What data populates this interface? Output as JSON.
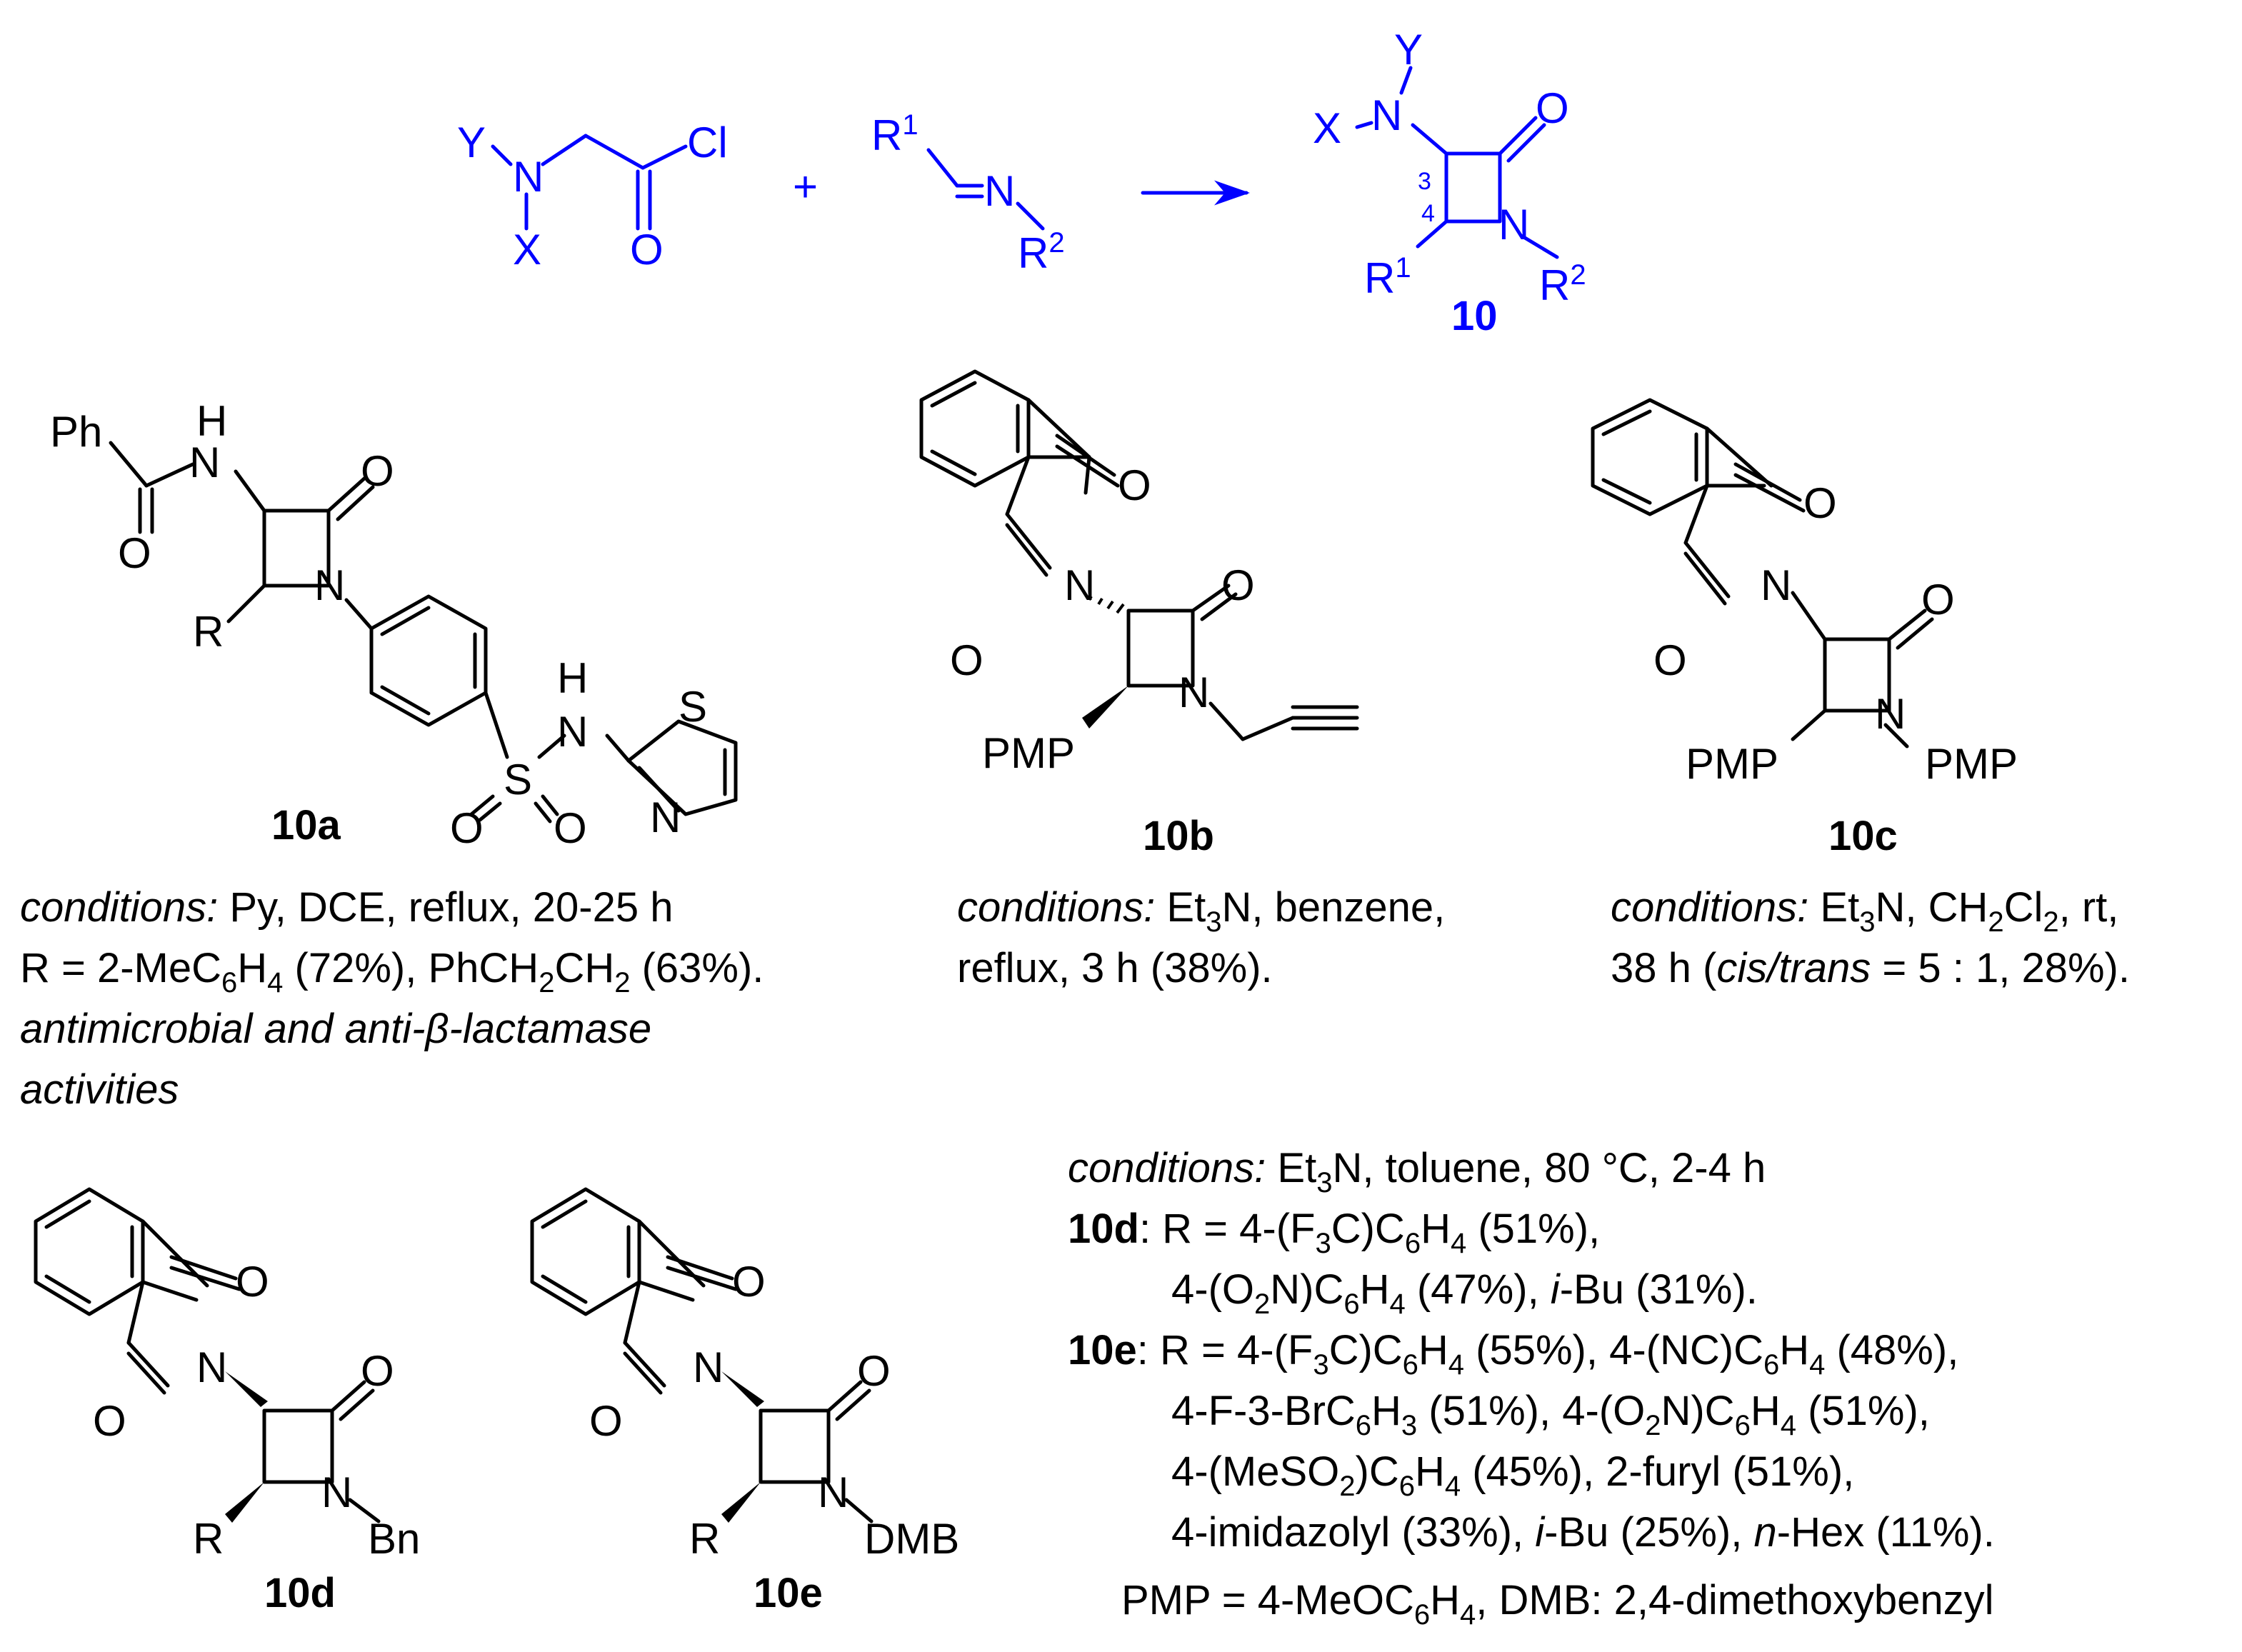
{
  "scheme": {
    "reagent1": {
      "atoms": [
        "Y",
        "N",
        "X",
        "O",
        "Cl"
      ]
    },
    "reagent2": {
      "atoms": [
        "R",
        "1",
        "N",
        "R",
        "2"
      ]
    },
    "plus": "+",
    "product": {
      "atoms": [
        "Y",
        "X",
        "N",
        "O",
        "N",
        "R",
        "1",
        "R",
        "2"
      ],
      "positions": [
        "3",
        "4"
      ],
      "label": "10"
    }
  },
  "compounds": {
    "c10a": {
      "atoms": {
        "ph": "Ph",
        "h1": "H",
        "n1": "N",
        "o1": "O",
        "o2": "O",
        "n2": "N",
        "r": "R",
        "s": "S",
        "h2": "H",
        "n3": "N",
        "s2": "S",
        "n4": "N",
        "o3": "O",
        "o4": "O"
      },
      "label": "10a",
      "conditions_label": "conditions:",
      "conditions": " Py, DCE, reflux, 20-25 h",
      "yields_prefix": "R = 2-MeC",
      "yields_sub1": "6",
      "yields_mid1": "H",
      "yields_sub2": "4",
      "yields_mid2": " (72%), PhCH",
      "yields_sub3": "2",
      "yields_mid3": "CH",
      "yields_sub4": "2",
      "yields_end": " (63%).",
      "activity_line1": "antimicrobial and anti-β-lactamase",
      "activity_line2": "activities"
    },
    "c10b": {
      "atoms": {
        "o1": "O",
        "n1": "N",
        "o2": "O",
        "o3": "O",
        "n2": "N",
        "pmp": "PMP"
      },
      "label": "10b",
      "conditions_label": "conditions:",
      "cond_a": " Et",
      "cond_sub": "3",
      "cond_b": "N, benzene,",
      "line2": "reflux, 3 h (38%)."
    },
    "c10c": {
      "atoms": {
        "o1": "O",
        "n1": "N",
        "o2": "O",
        "o3": "O",
        "n2": "N",
        "pmp1": "PMP",
        "pmp2": "PMP"
      },
      "label": "10c",
      "conditions_label": "conditions:",
      "cond_a": " Et",
      "cond_sub1": "3",
      "cond_b": "N, CH",
      "cond_sub2": "2",
      "cond_c": "Cl",
      "cond_sub3": "2",
      "cond_d": ", rt,",
      "line2_a": "38 h (",
      "line2_it": "cis/trans",
      "line2_b": " = 5 : 1, 28%)."
    },
    "c10d": {
      "atoms": {
        "o1": "O",
        "n1": "N",
        "o2": "O",
        "o3": "O",
        "n2": "N",
        "r": "R",
        "bn": "Bn"
      },
      "label": "10d"
    },
    "c10e": {
      "atoms": {
        "o1": "O",
        "n1": "N",
        "o2": "O",
        "o3": "O",
        "n2": "N",
        "r": "R",
        "dmb": "DMB"
      },
      "label": "10e"
    }
  },
  "conditions_de": {
    "label": "conditions:",
    "a": " Et",
    "sub": "3",
    "b": "N, toluene, 80 °C, 2-4 h",
    "d_label": "10d",
    "d_line1_a": ": R = 4-(F",
    "d_line1_sub1": "3",
    "d_line1_b": "C)C",
    "d_line1_sub2": "6",
    "d_line1_c": "H",
    "d_line1_sub3": "4",
    "d_line1_d": " (51%),",
    "d_line2_a": "4-(O",
    "d_line2_sub1": "2",
    "d_line2_b": "N)C",
    "d_line2_sub2": "6",
    "d_line2_c": "H",
    "d_line2_sub3": "4",
    "d_line2_d": " (47%), ",
    "d_line2_it": "i",
    "d_line2_e": "-Bu (31%).",
    "e_label": "10e",
    "e_line1_a": ": R = 4-(F",
    "e_line1_sub1": "3",
    "e_line1_b": "C)C",
    "e_line1_sub2": "6",
    "e_line1_c": "H",
    "e_line1_sub3": "4",
    "e_line1_d": " (55%), 4-(NC)C",
    "e_line1_sub4": "6",
    "e_line1_e": "H",
    "e_line1_sub5": "4",
    "e_line1_f": " (48%),",
    "e_line2_a": "4-F-3-BrC",
    "e_line2_sub1": "6",
    "e_line2_b": "H",
    "e_line2_sub2": "3",
    "e_line2_c": " (51%), 4-(O",
    "e_line2_sub3": "2",
    "e_line2_d": "N)C",
    "e_line2_sub4": "6",
    "e_line2_e": "H",
    "e_line2_sub5": "4",
    "e_line2_f": " (51%),",
    "e_line3_a": "4-(MeSO",
    "e_line3_sub1": "2",
    "e_line3_b": ")C",
    "e_line3_sub2": "6",
    "e_line3_c": "H",
    "e_line3_sub3": "4",
    "e_line3_d": " (45%), 2-furyl (51%),",
    "e_line4_a": "4-imidazolyl (33%), ",
    "e_line4_it1": "i",
    "e_line4_b": "-Bu (25%), ",
    "e_line4_it2": "n",
    "e_line4_c": "-Hex (11%).",
    "footer_a": "PMP = 4-MeOC",
    "footer_sub1": "6",
    "footer_b": "H",
    "footer_sub2": "4",
    "footer_c": ", DMB: 2,4-dimethoxybenzyl"
  },
  "colors": {
    "scheme": "#0000ff",
    "structures": "#000000"
  }
}
